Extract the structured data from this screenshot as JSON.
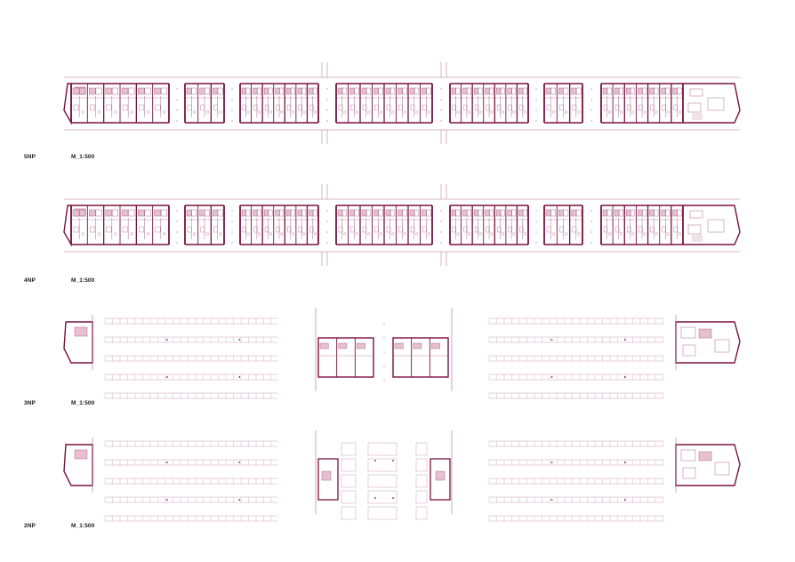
{
  "colors": {
    "wall": "#7a1042",
    "thin": "#b06a8c",
    "fill": "#e8bfd0",
    "grid": "#c9a0b4",
    "label": "#1a1a1a"
  },
  "floors": [
    {
      "level": "5NP",
      "scale": "M_1:500",
      "kind": "residential"
    },
    {
      "level": "4NP",
      "scale": "M_1:500",
      "kind": "residential"
    },
    {
      "level": "3NP",
      "scale": "M_1:500",
      "kind": "parking"
    },
    {
      "level": "2NP",
      "scale": "M_1:500",
      "kind": "parking-open"
    }
  ]
}
